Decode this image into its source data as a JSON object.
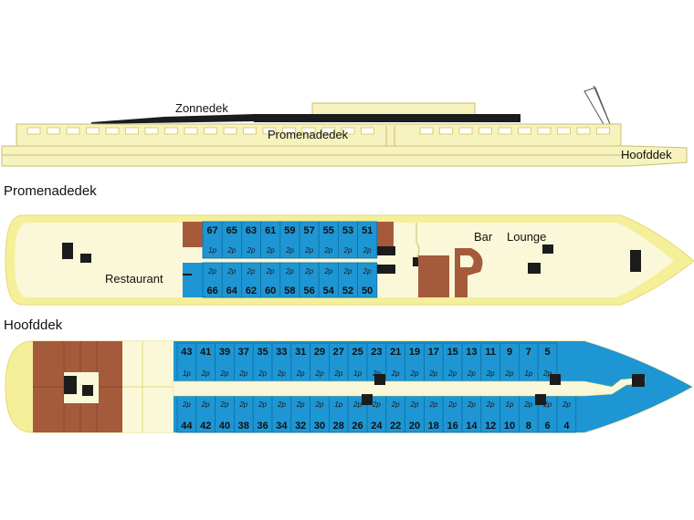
{
  "labels": {
    "zonnedek": "Zonnedek",
    "promenadedek_side": "Promenadedek",
    "hoofddek_side": "Hoofddek",
    "promenadedek_title": "Promenadedek",
    "hoofddek_title": "Hoofddek",
    "restaurant": "Restaurant",
    "bar": "Bar",
    "lounge": "Lounge"
  },
  "colors": {
    "hull": "#f7f3bf",
    "hull_edge": "#d8cf78",
    "deck_floor": "#faf8d8",
    "cabin_blue": "#1e96d4",
    "cabin_line": "#0d6fa6",
    "brown": "#a55a3c",
    "dark": "#1c1c1c",
    "sun_deck": "#1c1c1c"
  },
  "promenadedek": {
    "top_row": [
      {
        "num": "67",
        "cap": "1p"
      },
      {
        "num": "65",
        "cap": "2p"
      },
      {
        "num": "63",
        "cap": "2p"
      },
      {
        "num": "61",
        "cap": "2p"
      },
      {
        "num": "59",
        "cap": "2p"
      },
      {
        "num": "57",
        "cap": "2p"
      },
      {
        "num": "55",
        "cap": "2p"
      },
      {
        "num": "53",
        "cap": "2p"
      },
      {
        "num": "51",
        "cap": "2p"
      }
    ],
    "bottom_row": [
      {
        "num": "66",
        "cap": "2p"
      },
      {
        "num": "64",
        "cap": "2p"
      },
      {
        "num": "62",
        "cap": "2p"
      },
      {
        "num": "60",
        "cap": "2p"
      },
      {
        "num": "58",
        "cap": "2p"
      },
      {
        "num": "56",
        "cap": "2p"
      },
      {
        "num": "54",
        "cap": "2p"
      },
      {
        "num": "52",
        "cap": "2p"
      },
      {
        "num": "50",
        "cap": "2p"
      }
    ]
  },
  "hoofddek": {
    "top_row": [
      {
        "num": "43",
        "cap": "1p"
      },
      {
        "num": "41",
        "cap": "2p"
      },
      {
        "num": "39",
        "cap": "2p"
      },
      {
        "num": "37",
        "cap": "2p"
      },
      {
        "num": "35",
        "cap": "2p"
      },
      {
        "num": "33",
        "cap": "2p"
      },
      {
        "num": "31",
        "cap": "2p"
      },
      {
        "num": "29",
        "cap": "2p"
      },
      {
        "num": "27",
        "cap": "2p"
      },
      {
        "num": "25",
        "cap": "1p"
      },
      {
        "num": "23",
        "cap": "2p"
      },
      {
        "num": "21",
        "cap": "2p"
      },
      {
        "num": "19",
        "cap": "2p"
      },
      {
        "num": "17",
        "cap": "2p"
      },
      {
        "num": "15",
        "cap": "2p"
      },
      {
        "num": "13",
        "cap": "2p"
      },
      {
        "num": "11",
        "cap": "2p"
      },
      {
        "num": "9",
        "cap": "2p"
      },
      {
        "num": "7",
        "cap": "1p"
      },
      {
        "num": "5",
        "cap": "2p"
      }
    ],
    "bottom_row": [
      {
        "num": "44",
        "cap": "2p"
      },
      {
        "num": "42",
        "cap": "2p"
      },
      {
        "num": "40",
        "cap": "2p"
      },
      {
        "num": "38",
        "cap": "2p"
      },
      {
        "num": "36",
        "cap": "2p"
      },
      {
        "num": "34",
        "cap": "2p"
      },
      {
        "num": "32",
        "cap": "2p"
      },
      {
        "num": "30",
        "cap": "2p"
      },
      {
        "num": "28",
        "cap": "1p"
      },
      {
        "num": "26",
        "cap": "2p"
      },
      {
        "num": "24",
        "cap": "2p"
      },
      {
        "num": "22",
        "cap": "2p"
      },
      {
        "num": "20",
        "cap": "2p"
      },
      {
        "num": "18",
        "cap": "2p"
      },
      {
        "num": "16",
        "cap": "2p"
      },
      {
        "num": "14",
        "cap": "2p"
      },
      {
        "num": "12",
        "cap": "2p"
      },
      {
        "num": "10",
        "cap": "1p"
      },
      {
        "num": "8",
        "cap": "2p"
      },
      {
        "num": "6",
        "cap": "2p"
      },
      {
        "num": "4",
        "cap": "2p"
      }
    ]
  }
}
